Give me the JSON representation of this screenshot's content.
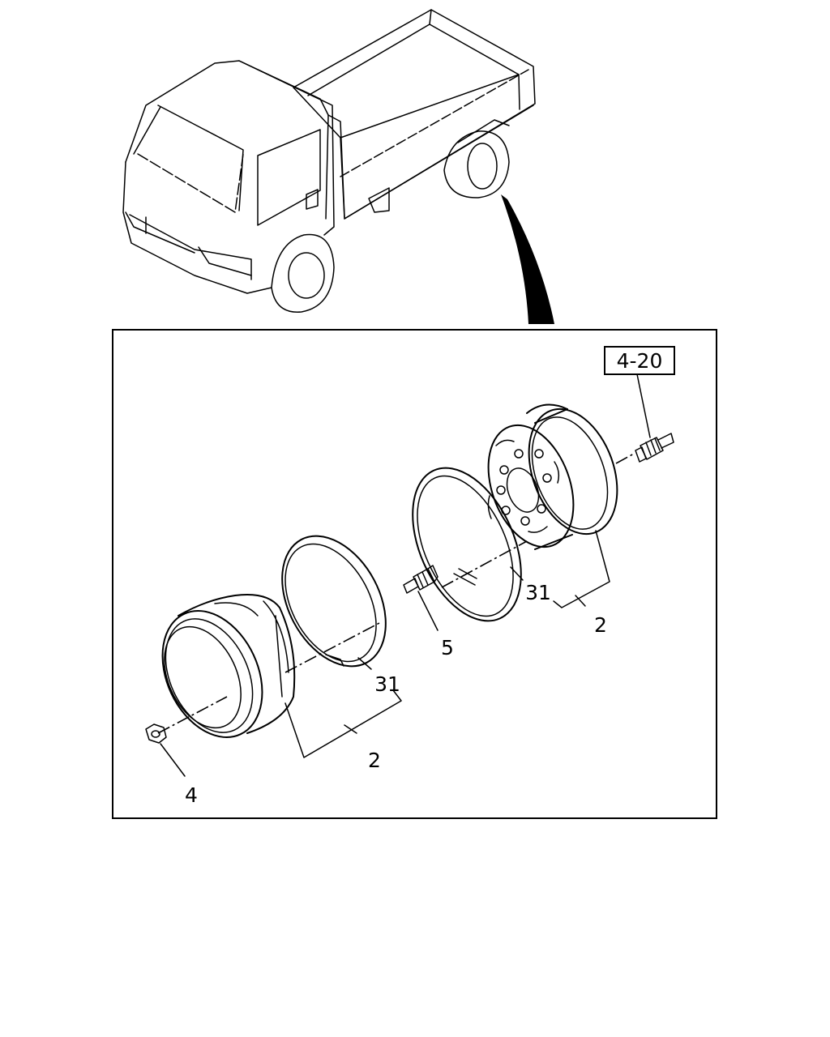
{
  "diagram": {
    "reference_box": {
      "label": "4-20"
    },
    "callouts": {
      "nut": "4",
      "valve": "5",
      "wheel_left": "2",
      "ring_left": "31",
      "ring_right": "31",
      "wheel_right": "2"
    }
  }
}
